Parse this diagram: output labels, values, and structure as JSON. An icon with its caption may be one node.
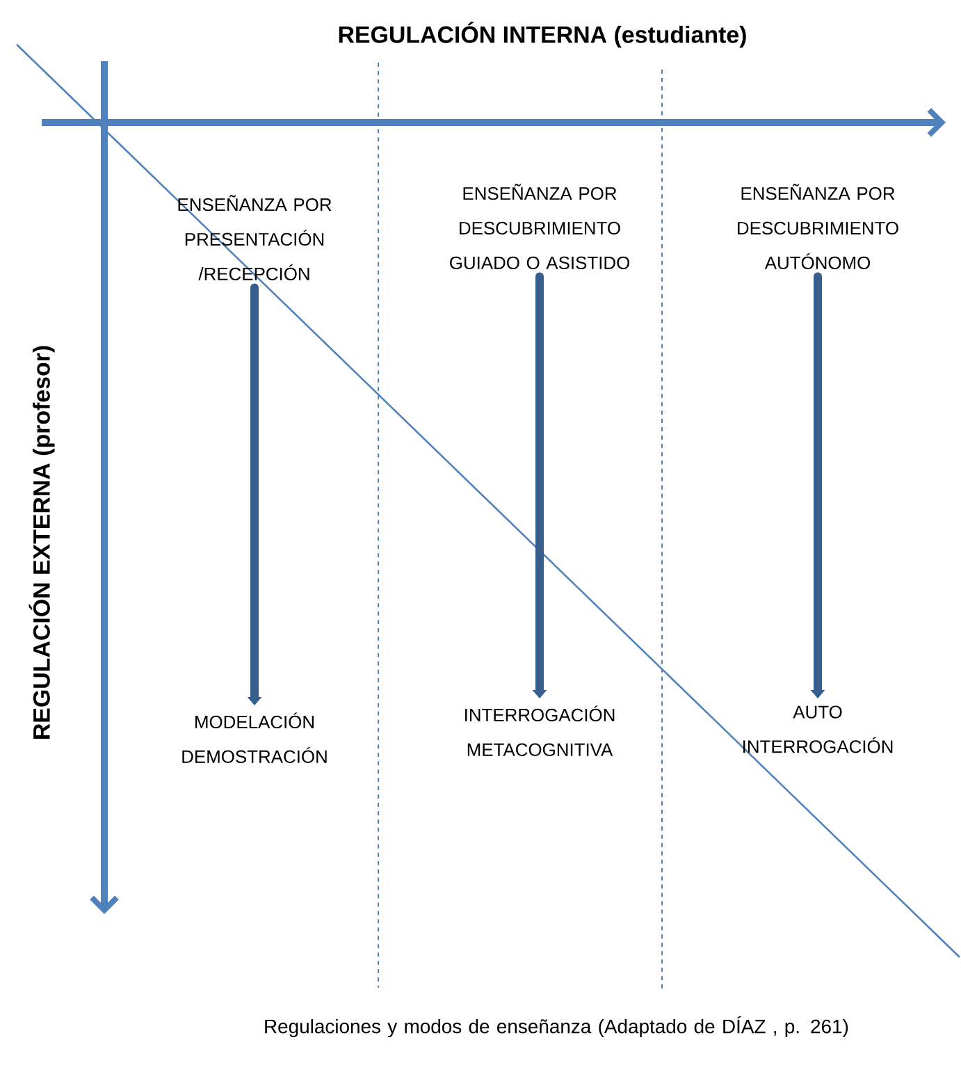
{
  "diagram": {
    "title": "REGULACIÓN INTERNA (estudiante)",
    "caption": "Regulaciones y modos de enseñanza (Adaptado de DÍAZ , p. 261)",
    "nodes": [
      {
        "text": [
          "ENSEÑANZA POR PRESENTACIÓN /RECEPCIÓN"
        ]
      },
      {
        "text": [
          "ENSEÑANZA POR DESCUBRIMIENTO GUIADO O ASISTIDO"
        ]
      },
      {
        "text": [
          "ENSEÑANZA POR DESCUBRIMIENTO AUTÓNOMO"
        ]
      },
      {
        "text": [
          "MODELACIÓN DEMOSTRACIÓN"
        ]
      },
      {
        "text": [
          "INTERROGACIÓN METACOGNITIVA"
        ]
      },
      {
        "text": [
          "AUTO INTERROGACIÓN"
        ]
      }
    ],
    "edges": [
      {
        "from": 0,
        "to": 3,
        "arrow": "to"
      },
      {
        "from": 1,
        "to": 4,
        "arrow": "to"
      },
      {
        "from": 2,
        "to": 5,
        "arrow": "to"
      }
    ],
    "labels": [
      "REGULACIÓN EXTERNA (profesor)"
    ]
  }
}
